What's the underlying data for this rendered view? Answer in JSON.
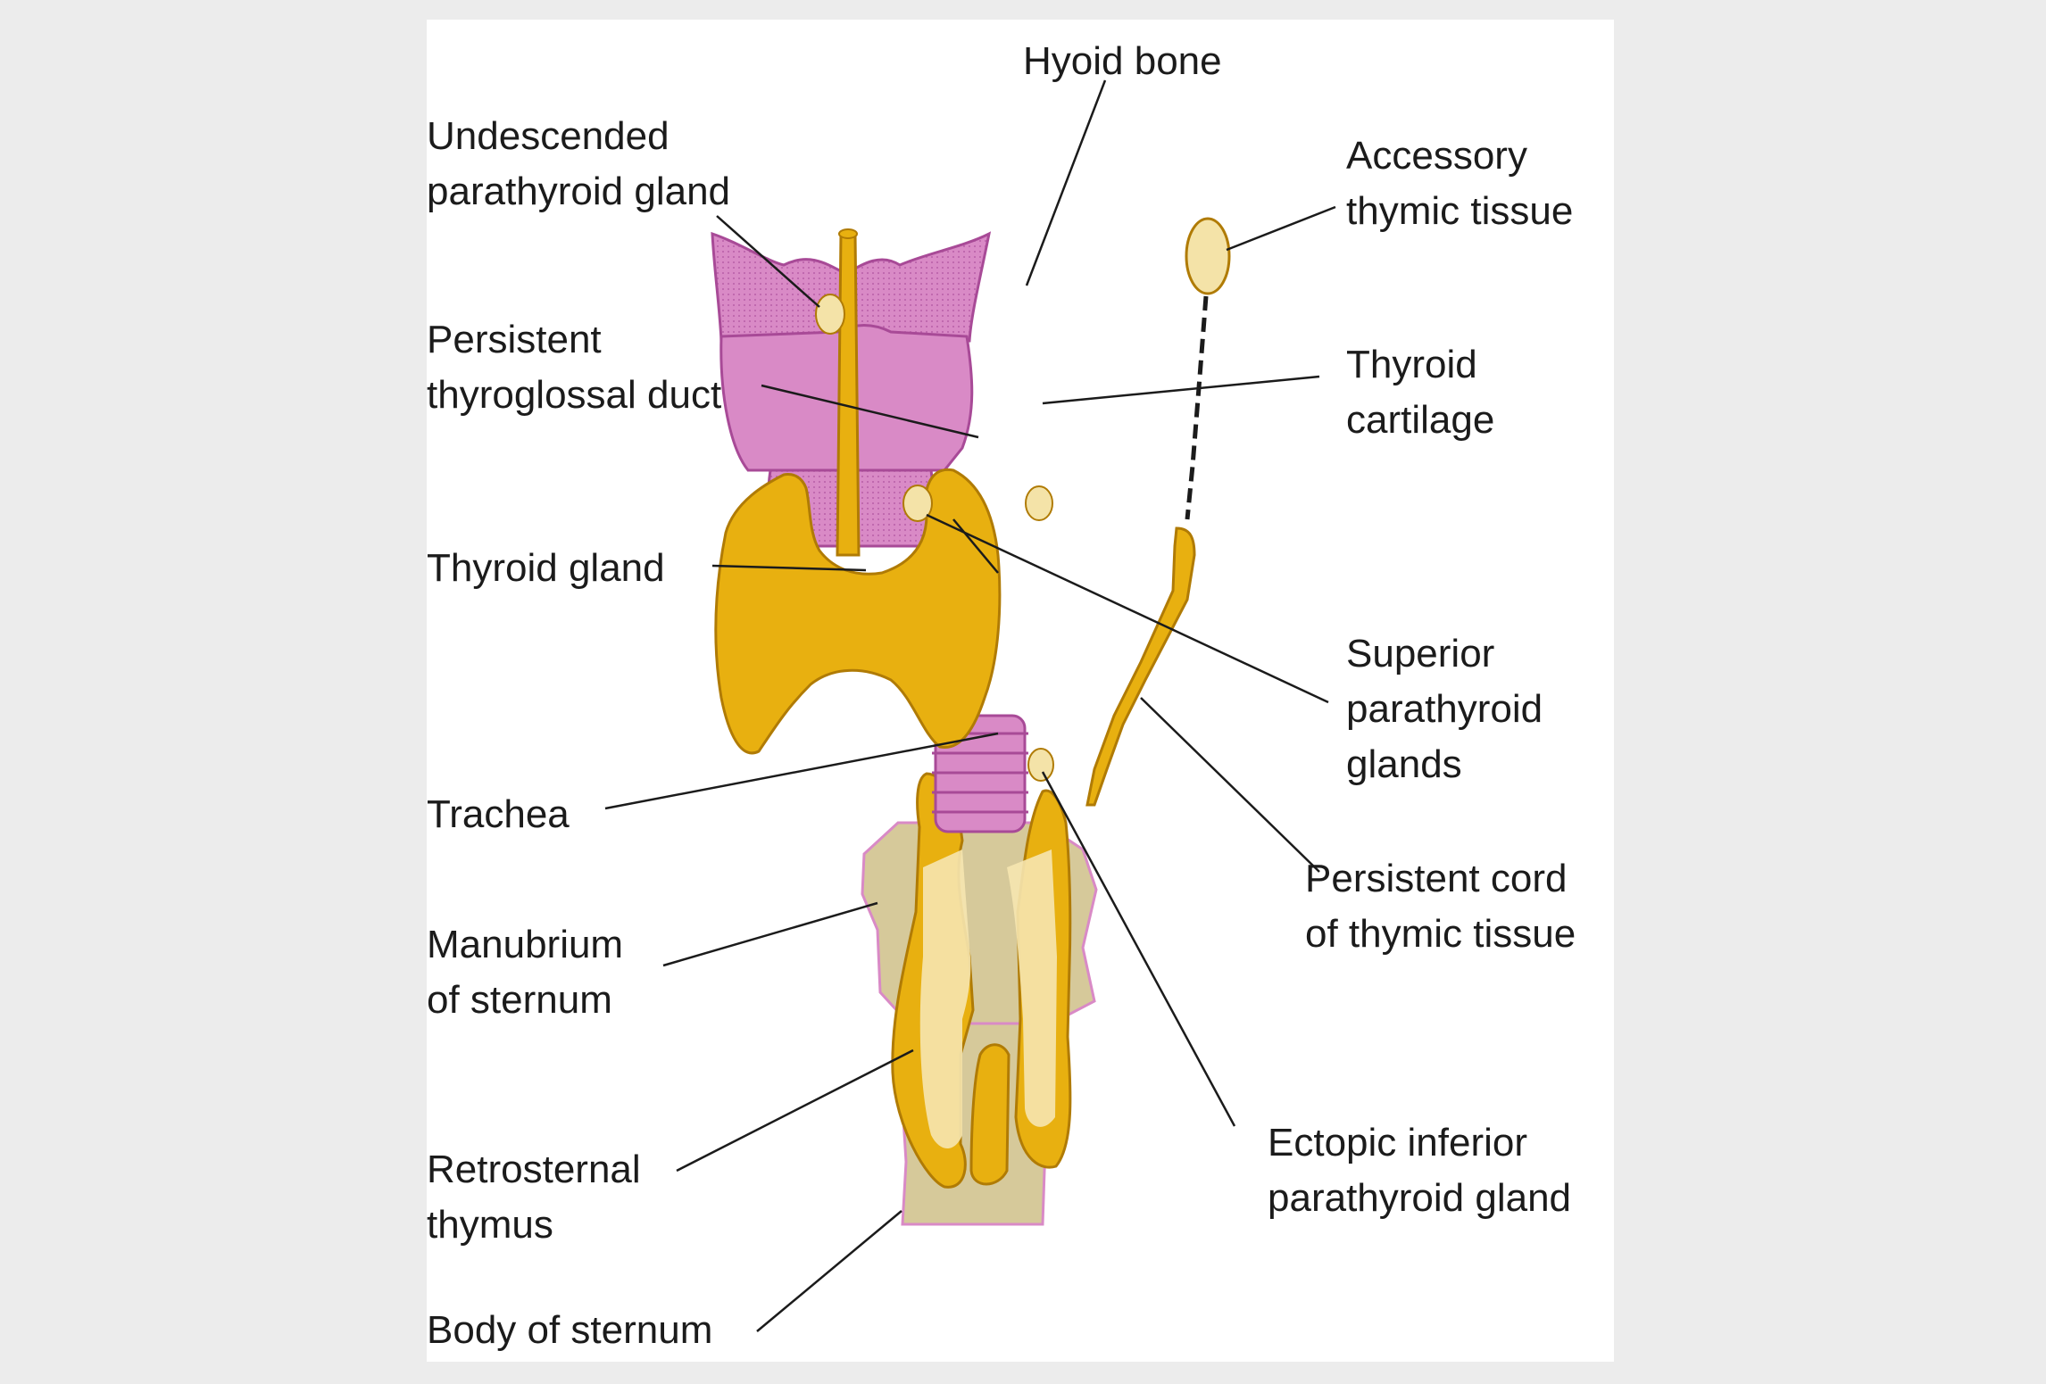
{
  "labels": {
    "hyoid_bone": "Hyoid bone",
    "undescended_parathyroid": [
      "Undescended",
      "parathyroid gland"
    ],
    "accessory_thymic": [
      "Accessory",
      "thymic tissue"
    ],
    "persistent_thyroglossal": [
      "Persistent",
      "thyroglossal duct"
    ],
    "thyroid_cartilage": [
      "Thyroid",
      "cartilage"
    ],
    "thyroid_gland": "Thyroid gland",
    "superior_parathyroid": [
      "Superior",
      "parathyroid",
      "glands"
    ],
    "trachea": "Trachea",
    "persistent_cord": [
      "Persistent cord",
      "of thymic tissue"
    ],
    "manubrium": [
      "Manubrium",
      "of sternum"
    ],
    "ectopic_inferior": [
      "Ectopic inferior",
      "parathyroid gland"
    ],
    "retrosternal_thymus": [
      "Retrosternal",
      "thymus"
    ],
    "body_of_sternum": "Body of sternum"
  },
  "colors": {
    "background": "#ececec",
    "panel": "#ffffff",
    "cartilage": "#d98ac6",
    "cartilage_dark": "#a84a97",
    "thyroid": "#e8b010",
    "thyroid_dark": "#b07b05",
    "parathyroid": "#f4e3a8",
    "sternum": "#d6c99a",
    "sternum_edge": "#d98ac6",
    "thymus_light": "#f6e6b0",
    "line": "#1b1b1b"
  }
}
